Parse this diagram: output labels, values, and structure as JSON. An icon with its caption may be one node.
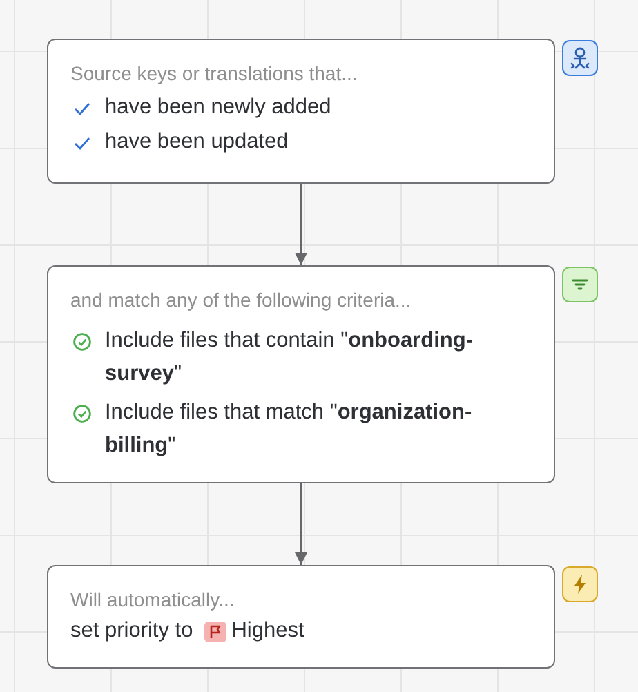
{
  "diagram": {
    "nodes": [
      {
        "text": [
          "Source keys or translations that...",
          "have been newly added",
          "have been updated"
        ]
      },
      {
        "text": [
          "and match any of the following criteria...",
          "Include files that contain \"**onboarding-survey**\"",
          "Include files that match \"**organization-billing**\""
        ]
      },
      {
        "text": [
          "Will automatically...",
          "set priority to",
          "Highest"
        ]
      }
    ],
    "edges": [
      {
        "from": 0,
        "to": 1,
        "arrow": "to"
      },
      {
        "from": 1,
        "to": 2,
        "arrow": "to"
      }
    ]
  }
}
